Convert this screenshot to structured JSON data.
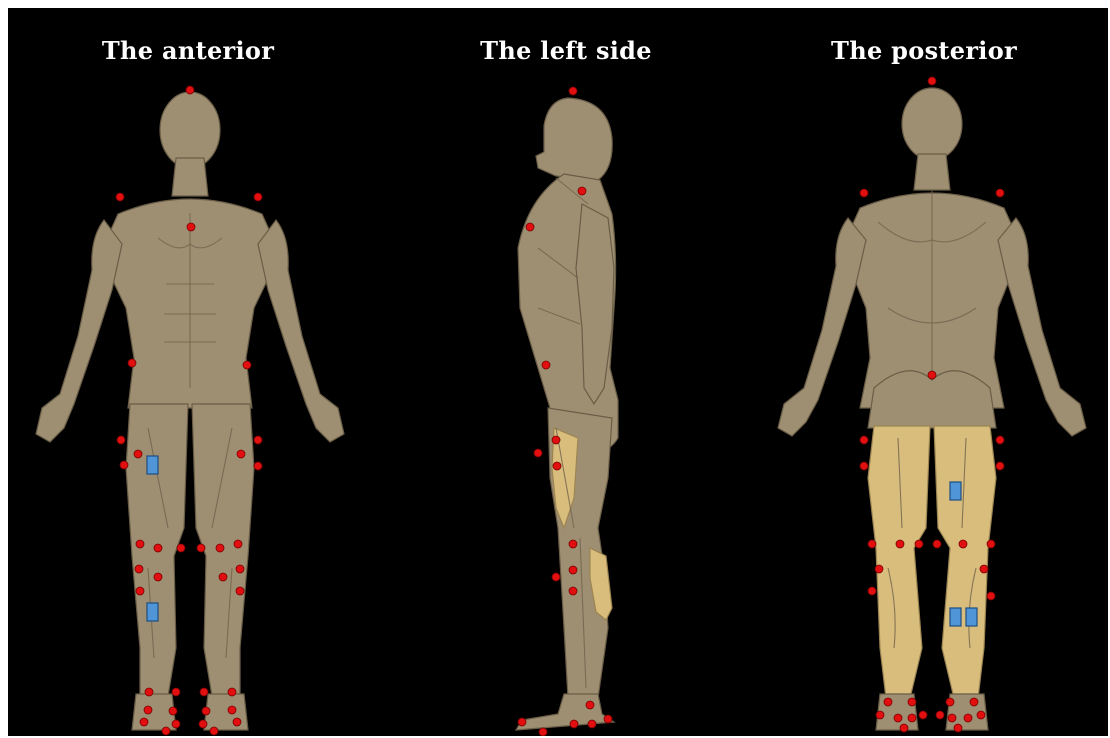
{
  "views": {
    "anterior": {
      "title": "The anterior"
    },
    "left_side": {
      "title": "The left side"
    },
    "posterior": {
      "title": "The posterior"
    }
  },
  "colors": {
    "background": "#000000",
    "body": "#9e8f72",
    "highlighted_muscle": "#d9bd7c",
    "marker": "#e10f0f",
    "sensor": "#4f95d8"
  }
}
